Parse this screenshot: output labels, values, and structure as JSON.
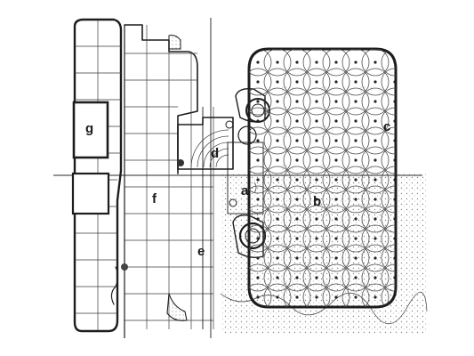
{
  "labels": {
    "a": "a",
    "b": "b",
    "c": "c",
    "d": "d",
    "e": "e",
    "f": "f",
    "g": "g"
  },
  "colors": {
    "ink": "#1d1d1d",
    "hatch": "#8a8a8a",
    "paper": "#ffffff"
  }
}
